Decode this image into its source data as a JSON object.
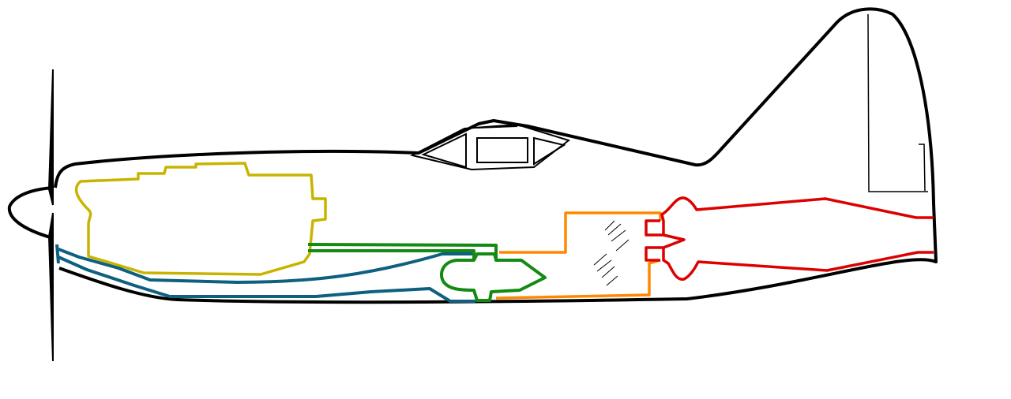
{
  "figure": {
    "subject": "cutaway-side-view-propeller-aircraft",
    "components": [
      {
        "id": "fuselage",
        "color": "#000000"
      },
      {
        "id": "canopy",
        "color": "#000000"
      },
      {
        "id": "tail-fin",
        "color": "#000000"
      },
      {
        "id": "propeller",
        "color": "#000000"
      },
      {
        "id": "engine",
        "color": "#c8b400"
      },
      {
        "id": "intake-duct",
        "color": "#0e6080"
      },
      {
        "id": "fuel-line-and-injector",
        "color": "#138a13"
      },
      {
        "id": "combustion-chamber",
        "color": "#ff8800"
      },
      {
        "id": "exhaust-nozzle-duct",
        "color": "#dd0000"
      }
    ]
  }
}
